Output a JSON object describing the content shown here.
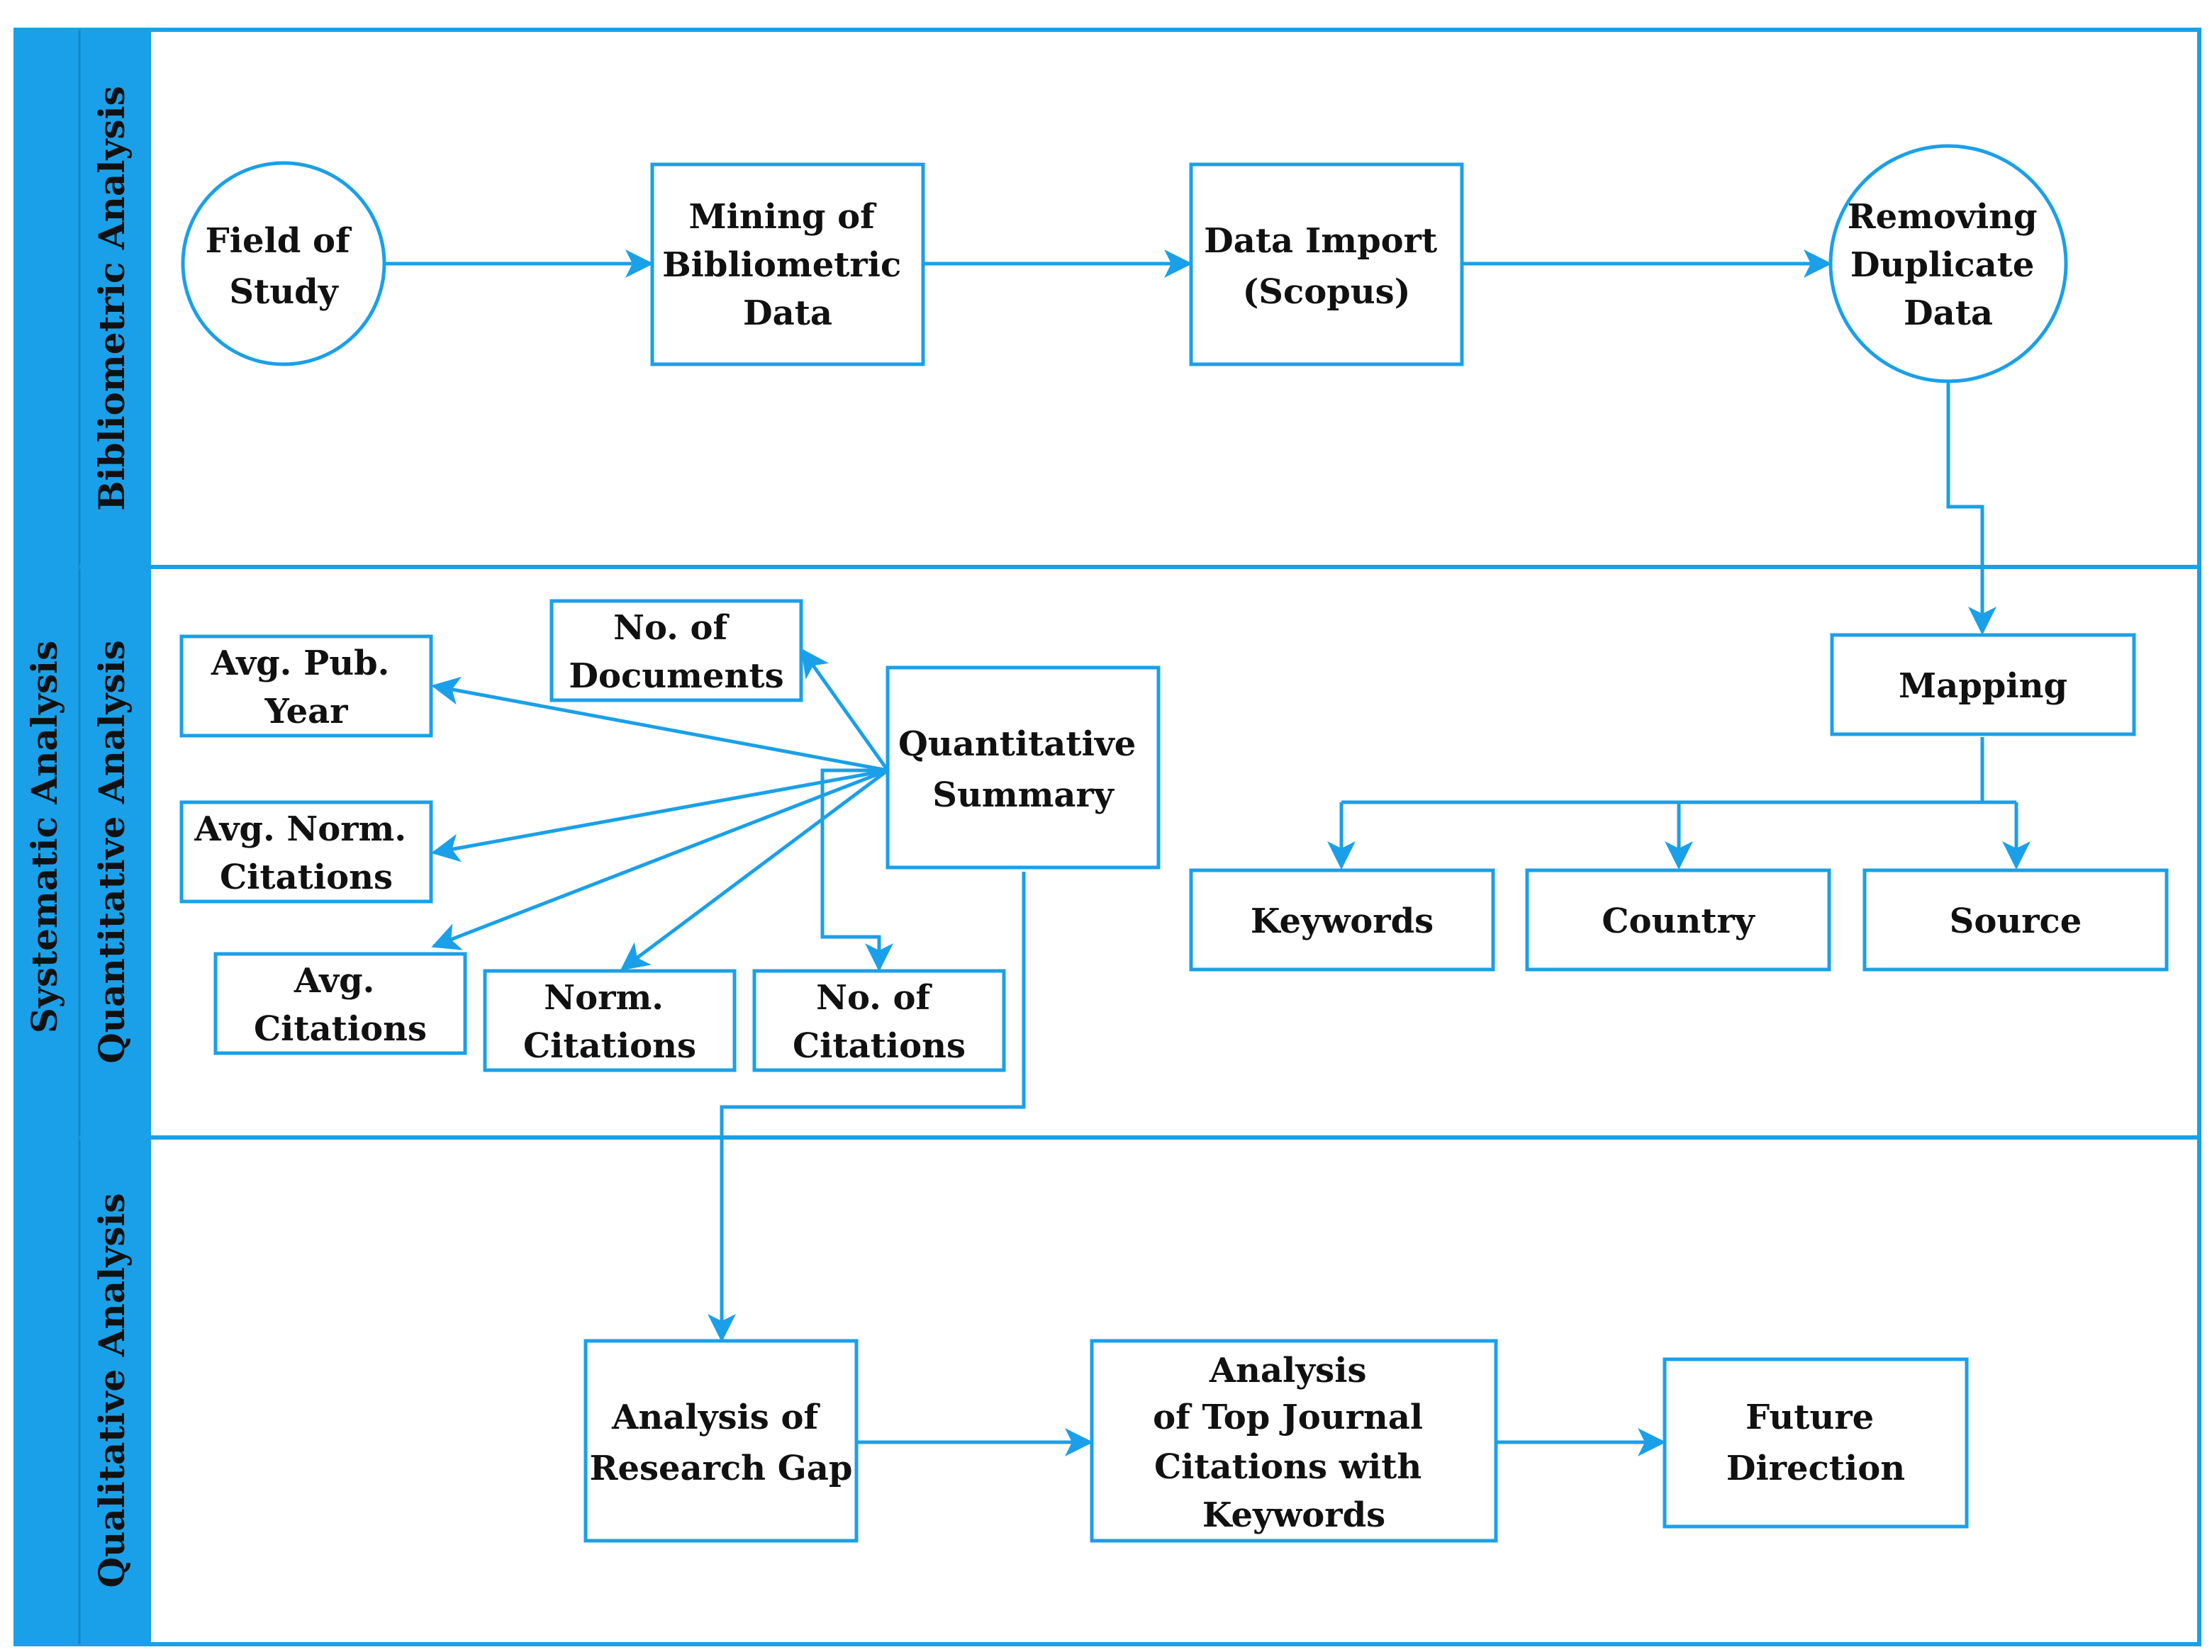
{
  "colors": {
    "accent": "#1aa0e8",
    "text": "#111111",
    "background": "#ffffff"
  },
  "lanes": {
    "outer_label": "Systematic Analysis",
    "bibliometric_label": "Bibliometric Analysis",
    "quantitative_label": "Quantitative Analysis",
    "qualitative_label": "Qualitative Analysis"
  },
  "nodes": {
    "field_of_study": [
      "Field of",
      "Study"
    ],
    "mining": [
      "Mining of",
      "Bibliometric",
      "Data"
    ],
    "data_import": [
      "Data Import",
      "(Scopus)"
    ],
    "removing_duplicate": [
      "Removing",
      "Duplicate",
      "Data"
    ],
    "mapping": [
      "Mapping"
    ],
    "keywords": [
      "Keywords"
    ],
    "country": [
      "Country"
    ],
    "source": [
      "Source"
    ],
    "quantitative_summary": [
      "Quantitative",
      "Summary"
    ],
    "no_of_documents": [
      "No. of",
      "Documents"
    ],
    "avg_pub_year": [
      "Avg. Pub.",
      "Year"
    ],
    "avg_norm_citations": [
      "Avg. Norm.",
      "Citations"
    ],
    "avg_citations": [
      "Avg.",
      "Citations"
    ],
    "norm_citations": [
      "Norm.",
      "Citations"
    ],
    "no_of_citations": [
      "No. of",
      "Citations"
    ],
    "analysis_research_gap": [
      "Analysis of",
      "Research Gap"
    ],
    "analysis_top_journal": [
      "Analysis",
      "of Top Journal",
      "Citations with",
      "Keywords"
    ],
    "future_direction": [
      "Future",
      "Direction"
    ]
  }
}
